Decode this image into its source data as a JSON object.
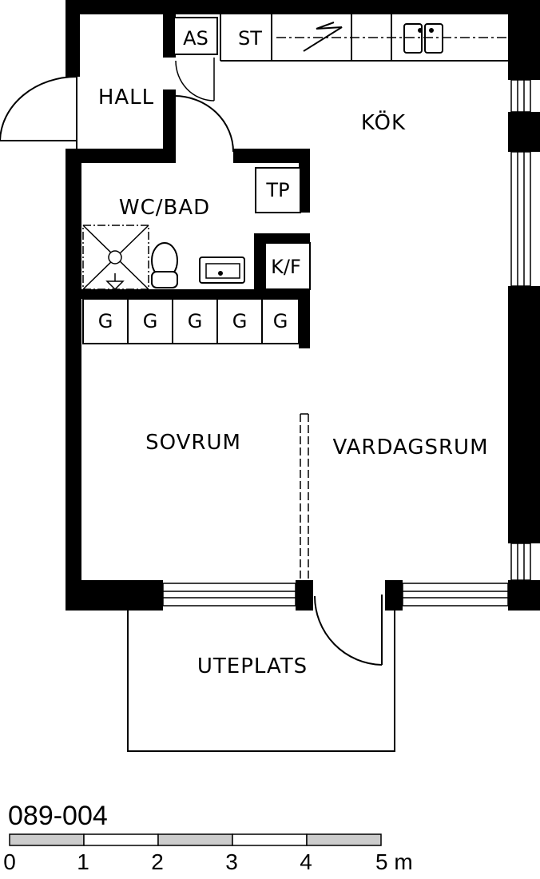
{
  "rooms": {
    "hall": "HALL",
    "kok": "KÖK",
    "wc_bad": "WC/BAD",
    "sovrum": "SOVRUM",
    "vardagsrum": "VARDAGSRUM",
    "uteplats": "UTEPLATS"
  },
  "fixtures": {
    "as": "AS",
    "st": "ST",
    "tp": "TP",
    "kf": "K/F",
    "g": [
      "G",
      "G",
      "G",
      "G",
      "G"
    ]
  },
  "plan_code": "089-004",
  "scale": {
    "ticks": [
      "0",
      "1",
      "2",
      "3",
      "4",
      "5 m"
    ],
    "segment_colors": [
      "#cccccc",
      "#ffffff",
      "#cccccc",
      "#ffffff",
      "#cccccc"
    ]
  }
}
